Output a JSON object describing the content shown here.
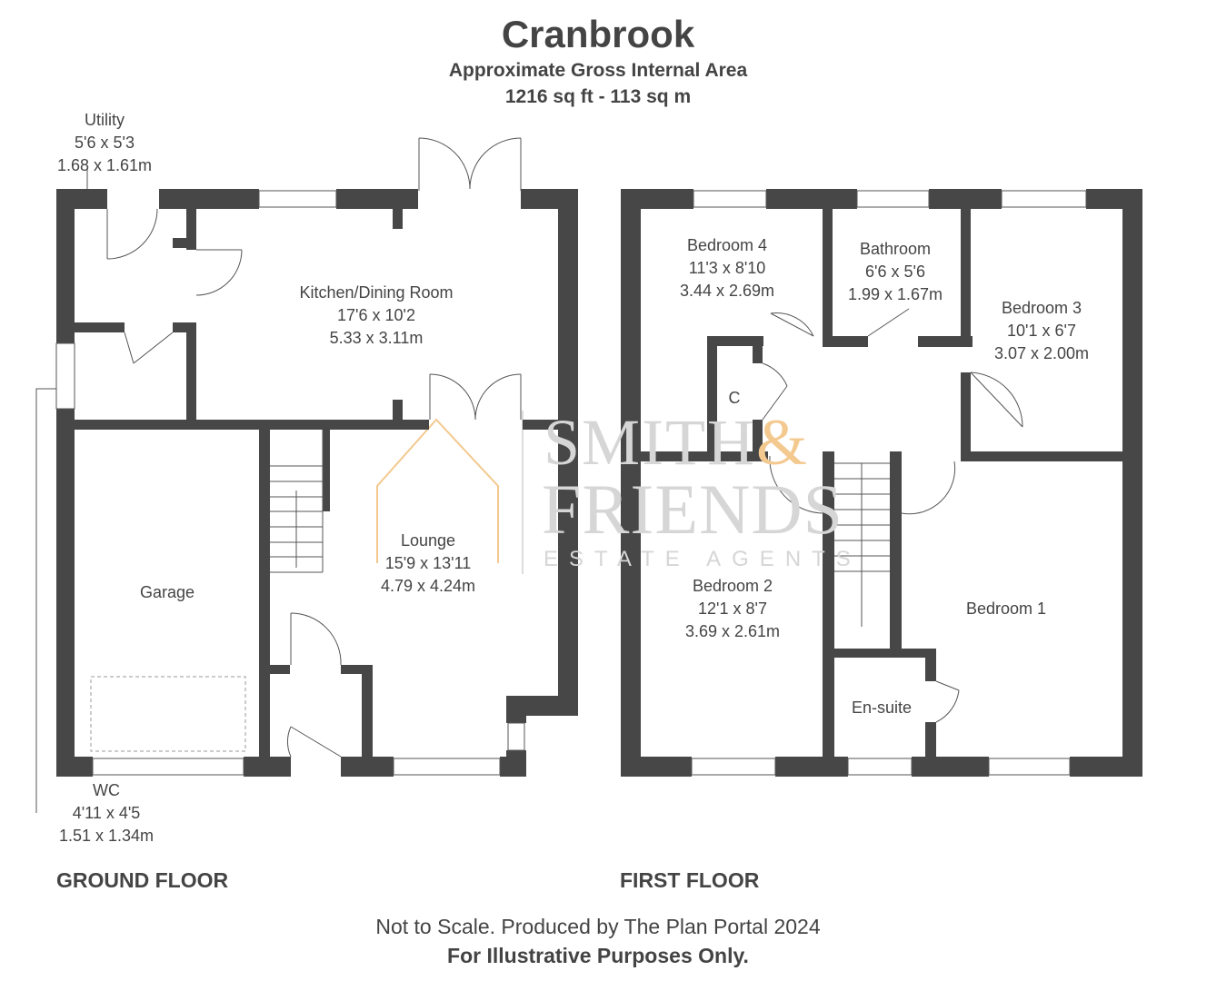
{
  "header": {
    "title": "Cranbrook",
    "area_label": "Approximate Gross Internal Area",
    "area_value": "1216 sq ft - 113 sq m"
  },
  "watermark": {
    "line1": "SMITH",
    "amp": "&",
    "line2": "FRIENDS",
    "line3": "ESTATE AGENTS"
  },
  "ground_floor": {
    "label": "GROUND FLOOR",
    "rooms": {
      "utility": {
        "name": "Utility",
        "imperial": "5'6 x 5'3",
        "metric": "1.68 x 1.61m"
      },
      "kitchen": {
        "name": "Kitchen/Dining Room",
        "imperial": "17'6 x 10'2",
        "metric": "5.33 x 3.11m"
      },
      "lounge": {
        "name": "Lounge",
        "imperial": "15'9 x 13'11",
        "metric": "4.79 x 4.24m"
      },
      "garage": {
        "name": "Garage"
      },
      "wc": {
        "name": "WC",
        "imperial": "4'11 x 4'5",
        "metric": "1.51 x 1.34m"
      }
    }
  },
  "first_floor": {
    "label": "FIRST FLOOR",
    "rooms": {
      "bedroom4": {
        "name": "Bedroom 4",
        "imperial": "11'3 x 8'10",
        "metric": "3.44 x 2.69m"
      },
      "bathroom": {
        "name": "Bathroom",
        "imperial": "6'6 x 5'6",
        "metric": "1.99 x 1.67m"
      },
      "bedroom3": {
        "name": "Bedroom 3",
        "imperial": "10'1 x 6'7",
        "metric": "3.07 x 2.00m"
      },
      "cupboard": {
        "name": "C"
      },
      "bedroom2": {
        "name": "Bedroom 2",
        "imperial": "12'1 x 8'7",
        "metric": "3.69 x 2.61m"
      },
      "bedroom1": {
        "name": "Bedroom 1"
      },
      "ensuite": {
        "name": "En-suite"
      }
    }
  },
  "footer": {
    "line1": "Not to Scale. Produced by The Plan Portal 2024",
    "line2": "For Illustrative Purposes Only."
  },
  "colors": {
    "wall": "#474747",
    "text": "#444444",
    "watermark_grey": "#d6d6d6",
    "watermark_orange": "#f3c98f"
  }
}
